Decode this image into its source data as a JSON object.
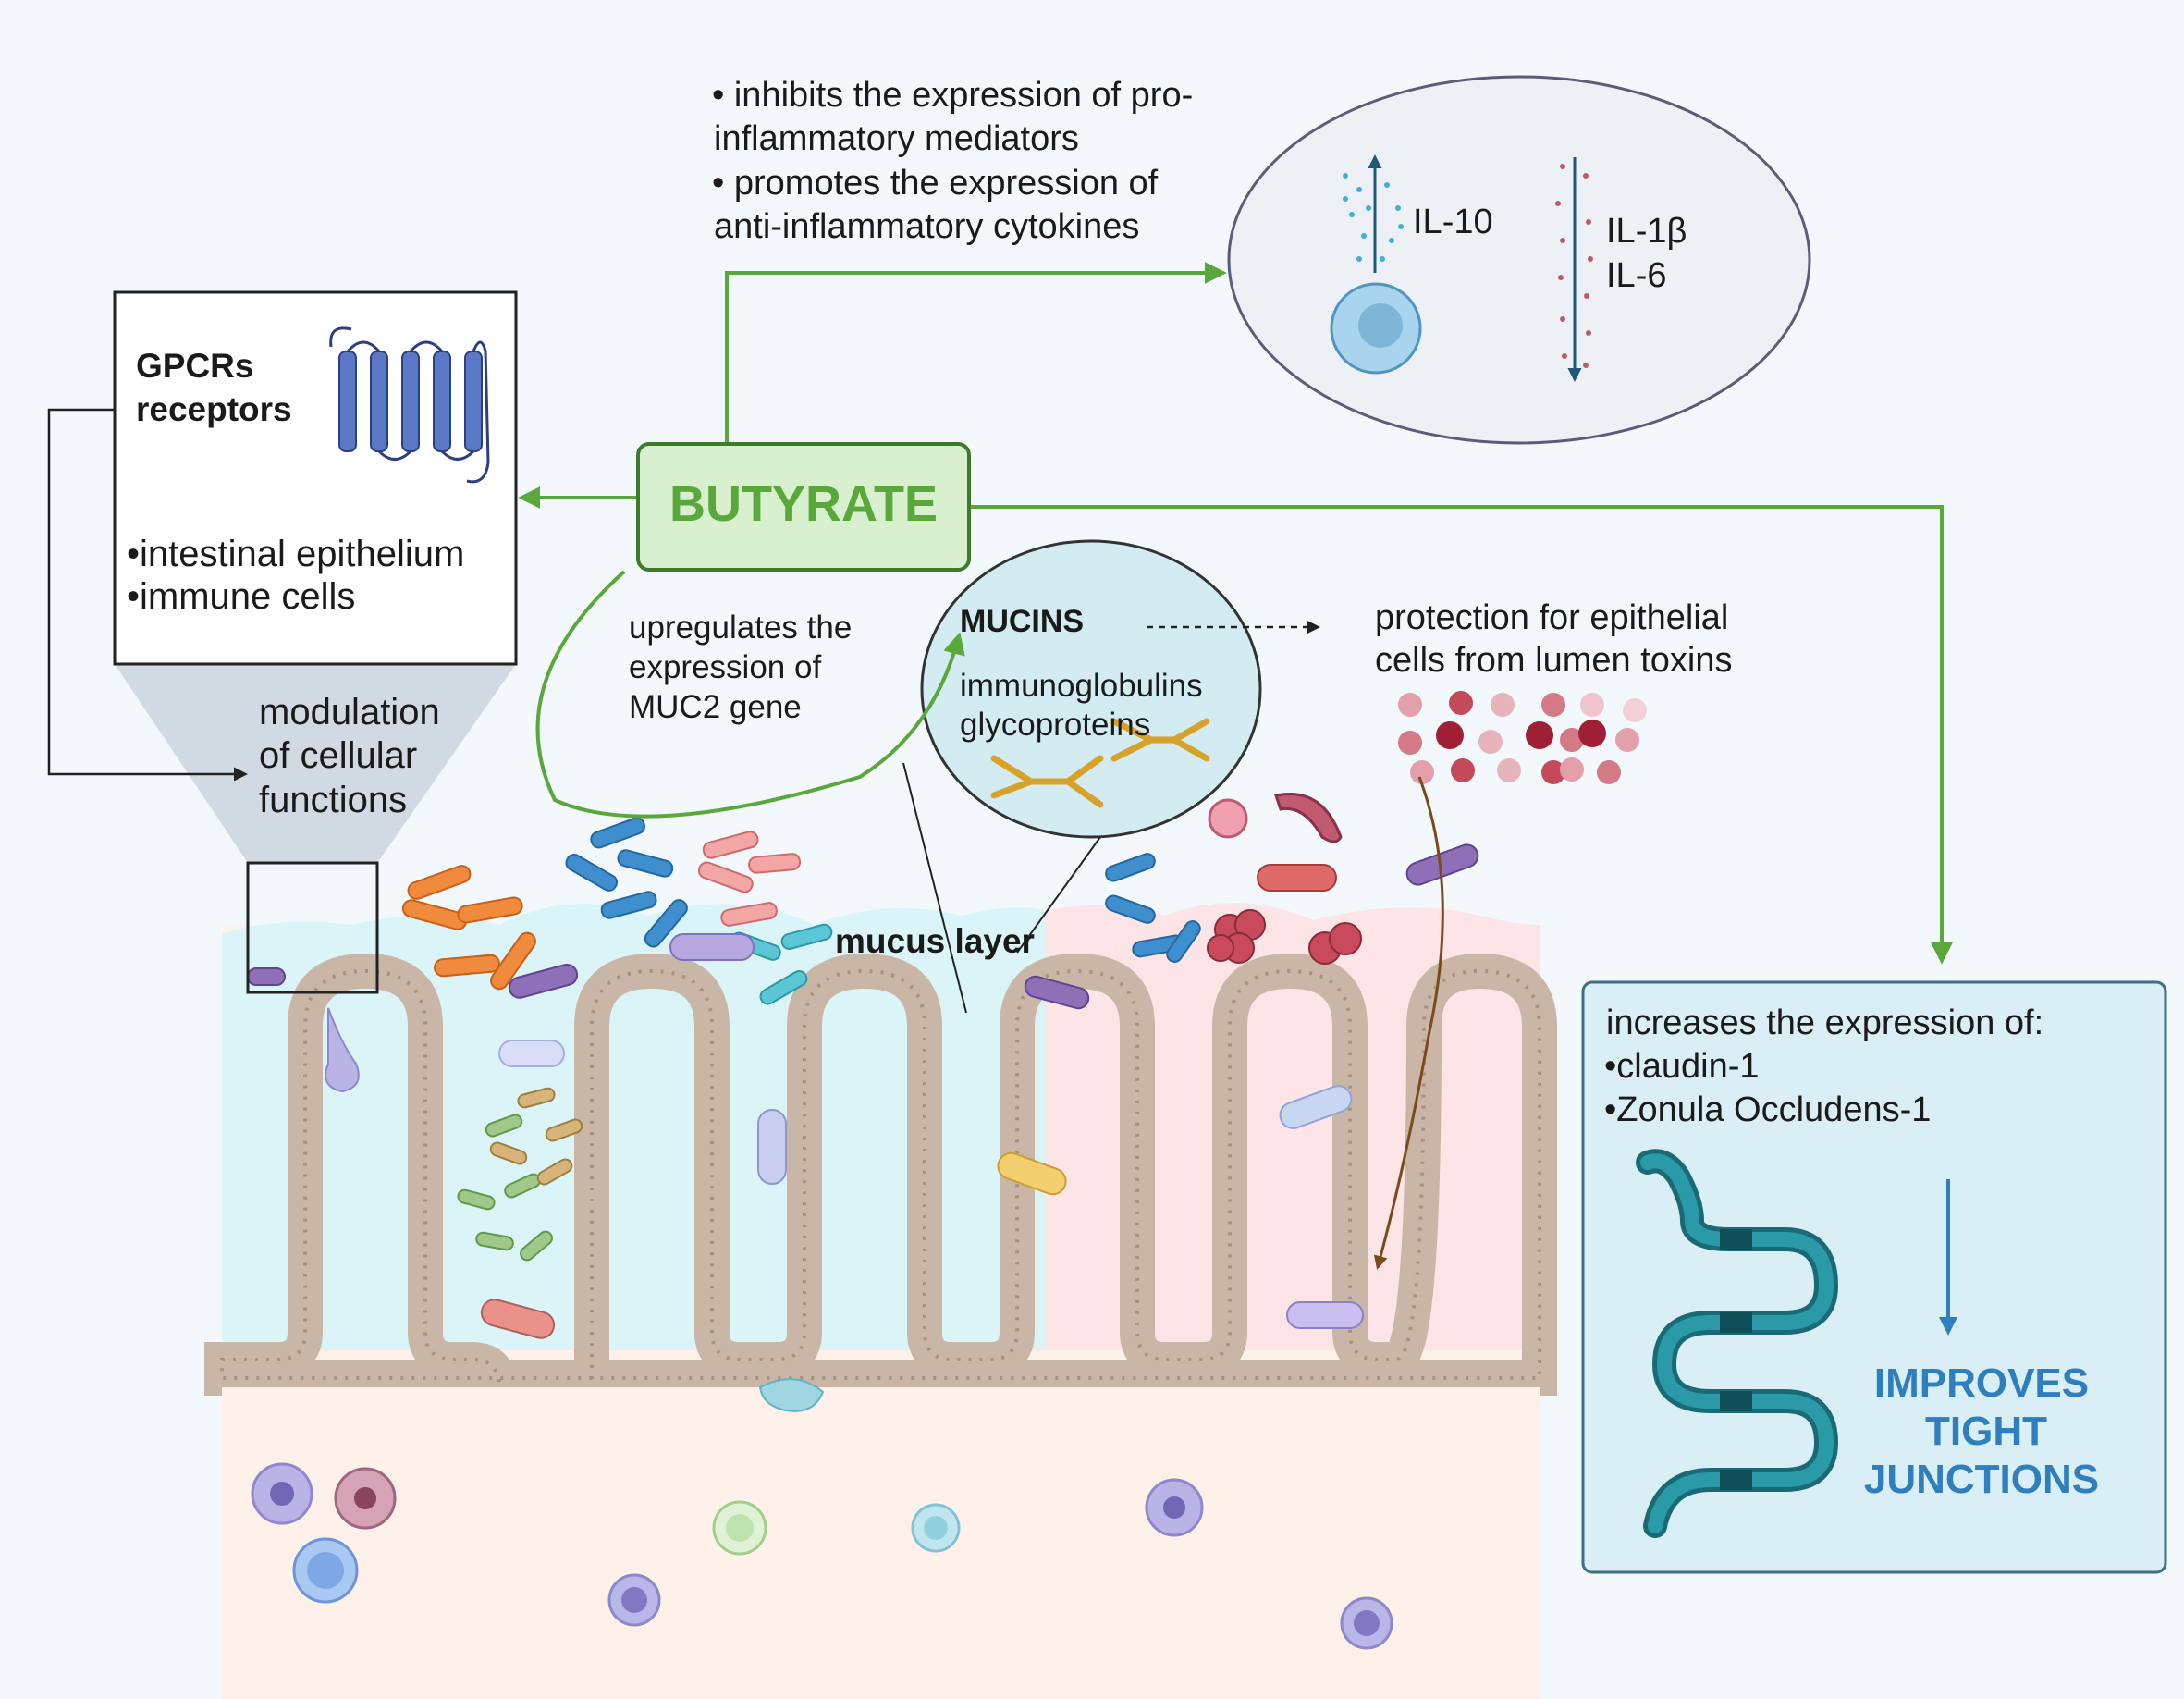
{
  "inflammation": {
    "line1": "• inhibits the expression of pro-",
    "line2": "inflammatory mediators",
    "line3": "• promotes the expression of",
    "line4": "anti-inflammatory cytokines",
    "il10": "IL-10",
    "il1b": "IL-1β",
    "il6": "IL-6"
  },
  "gpcr": {
    "title1": "GPCRs",
    "title2": "receptors",
    "item1": "•intestinal epithelium",
    "item2": "•immune cells"
  },
  "modulation": {
    "line1": "modulation",
    "line2": "of cellular",
    "line3": "functions"
  },
  "butyrate": {
    "label": "BUTYRATE"
  },
  "muc2": {
    "line1": "upregulates the",
    "line2": "expression of",
    "line3": "MUC2 gene"
  },
  "mucins": {
    "title": "MUCINS",
    "line1": "immunoglobulins",
    "line2": "glycoproteins"
  },
  "protection": {
    "line1": "protection for epithelial",
    "line2": "cells from lumen toxins"
  },
  "mucus": {
    "label": "mucus layer"
  },
  "tight_junction": {
    "line1": "increases the expression of:",
    "line2": "•claudin-1",
    "line3": "•Zonula Occludens-1",
    "result1": "IMPROVES",
    "result2": "TIGHT",
    "result3": "JUNCTIONS"
  },
  "colors": {
    "arrow_green": "#5aa83c",
    "butyrate_fill": "#d9f0cf",
    "butyrate_text": "#5aa83c",
    "tj_text": "#2f7fbf",
    "tj_fill": "#d9eef5",
    "epithelium": "#c9b6a6",
    "mucus": "#d7f4f8"
  }
}
